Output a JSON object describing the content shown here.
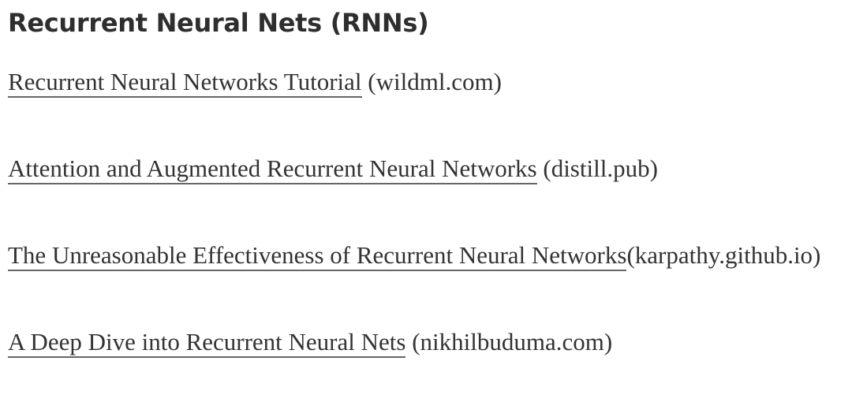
{
  "page": {
    "background_color": "#ffffff",
    "text_color": "#333333",
    "heading_color": "#2e2e2e",
    "underline_color": "#666666"
  },
  "heading": {
    "text": "Recurrent Neural Nets (RNNs)"
  },
  "links": [
    {
      "title": "Recurrent Neural Networks Tutorial",
      "separator": " ",
      "source": "(wildml.com)"
    },
    {
      "title": "Attention and Augmented Recurrent Neural Networks",
      "separator": " ",
      "source": "(distill.pub)"
    },
    {
      "title": "The Unreasonable Effectiveness of Recurrent Neural Networks",
      "separator": "",
      "source": "(karpathy.github.io)"
    },
    {
      "title": "A Deep Dive into Recurrent Neural Nets",
      "separator": " ",
      "source": "(nikhilbuduma.com)"
    }
  ]
}
